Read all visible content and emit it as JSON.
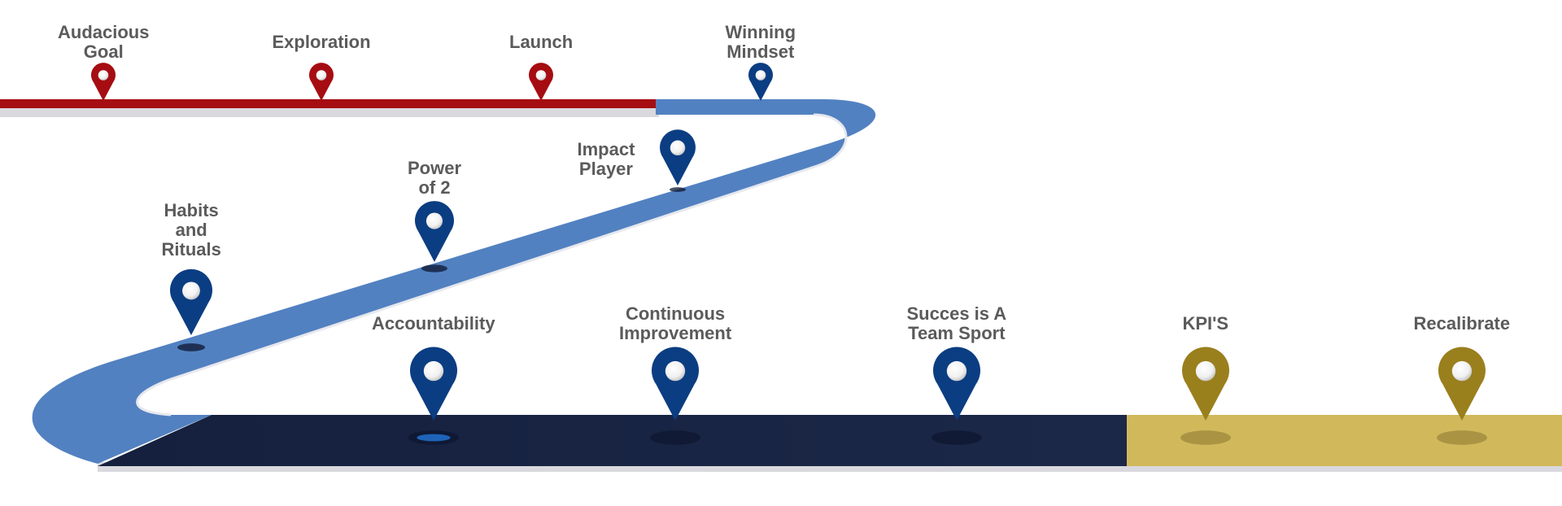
{
  "colors": {
    "red": "#a50d12",
    "blue_road": "#5281c1",
    "blue_pin": "#0b3d82",
    "navy_road": "#1a2543",
    "gold": "#d1b95b",
    "gold_pin": "#9a7f1d",
    "label": "#5b5b5b"
  },
  "milestones": [
    {
      "id": "audacious-goal",
      "lines": [
        "Audacious",
        "Goal"
      ],
      "color": "red"
    },
    {
      "id": "exploration",
      "lines": [
        "Exploration"
      ],
      "color": "red"
    },
    {
      "id": "launch",
      "lines": [
        "Launch"
      ],
      "color": "red"
    },
    {
      "id": "winning-mindset",
      "lines": [
        "Winning",
        "Mindset"
      ],
      "color": "blue"
    },
    {
      "id": "impact-player",
      "lines": [
        "Impact",
        "Player"
      ],
      "color": "blue"
    },
    {
      "id": "power-of-2",
      "lines": [
        "Power",
        "of 2"
      ],
      "color": "blue"
    },
    {
      "id": "habits-and-rituals",
      "lines": [
        "Habits",
        "and",
        "Rituals"
      ],
      "color": "blue"
    },
    {
      "id": "accountability",
      "lines": [
        "Accountability"
      ],
      "color": "blue"
    },
    {
      "id": "continuous-improvement",
      "lines": [
        "Continuous",
        "Improvement"
      ],
      "color": "blue"
    },
    {
      "id": "succes-team-sport",
      "lines": [
        "Succes is A",
        "Team Sport"
      ],
      "color": "blue"
    },
    {
      "id": "kpis",
      "lines": [
        "KPI'S"
      ],
      "color": "gold"
    },
    {
      "id": "recalibrate",
      "lines": [
        "Recalibrate"
      ],
      "color": "gold"
    }
  ]
}
